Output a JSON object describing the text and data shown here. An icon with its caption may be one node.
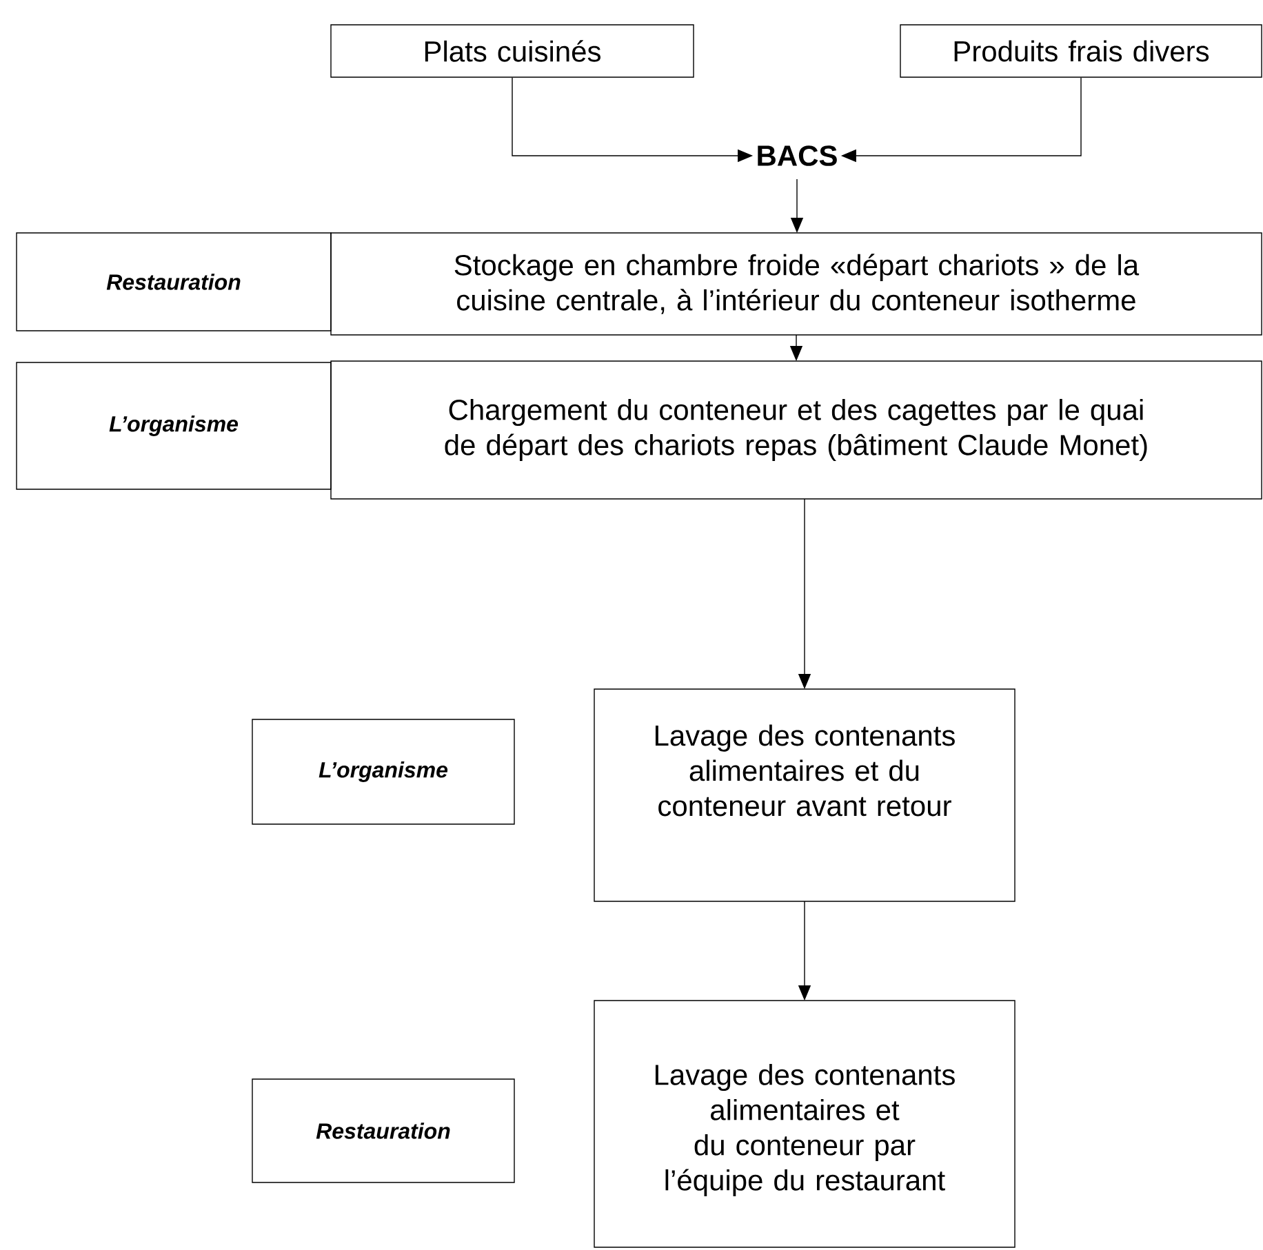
{
  "diagram": {
    "nodes": [
      {
        "text": [
          "Plats cuisinés"
        ]
      },
      {
        "text": [
          "Produits frais divers"
        ]
      },
      {
        "text": [
          "BACS"
        ]
      },
      {
        "text": [
          "Restauration"
        ]
      },
      {
        "text": [
          "Stockage en chambre froide «départ chariots » de la cuisine centrale, à l’intérieur du conteneur isotherme"
        ]
      },
      {
        "text": [
          "L’organisme"
        ]
      },
      {
        "text": [
          "Chargement du conteneur et des cagettes par le quai de départ des chariots repas (bâtiment Claude Monet)"
        ]
      },
      {
        "text": [
          "L’organisme"
        ]
      },
      {
        "text": [
          "Lavage des contenants alimentaires et du conteneur avant retour"
        ]
      },
      {
        "text": [
          "Restauration"
        ]
      },
      {
        "text": [
          "Lavage des contenants alimentaires et du conteneur  par l’équipe du restaurant"
        ]
      }
    ],
    "edges": [
      {
        "from": 0,
        "to": 2,
        "arrow": "to"
      },
      {
        "from": 1,
        "to": 2,
        "arrow": "to"
      },
      {
        "from": 2,
        "to": 4,
        "arrow": "to"
      },
      {
        "from": 4,
        "to": 6,
        "arrow": "to"
      },
      {
        "from": 6,
        "to": 8,
        "arrow": "to"
      },
      {
        "from": 8,
        "to": 10,
        "arrow": "to"
      }
    ]
  }
}
